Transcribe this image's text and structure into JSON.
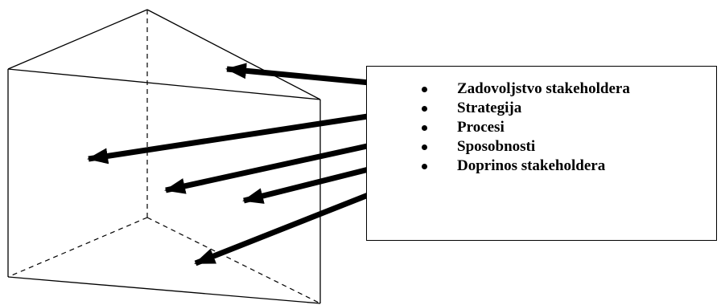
{
  "legend": {
    "items": [
      {
        "label": "Zadovoljstvo stakeholdera"
      },
      {
        "label": "Strategija"
      },
      {
        "label": "Procesi"
      },
      {
        "label": "Sposobnosti"
      },
      {
        "label": "Doprinos  stakeholdera"
      }
    ]
  },
  "colors": {
    "line": "#000000",
    "background": "#ffffff"
  }
}
